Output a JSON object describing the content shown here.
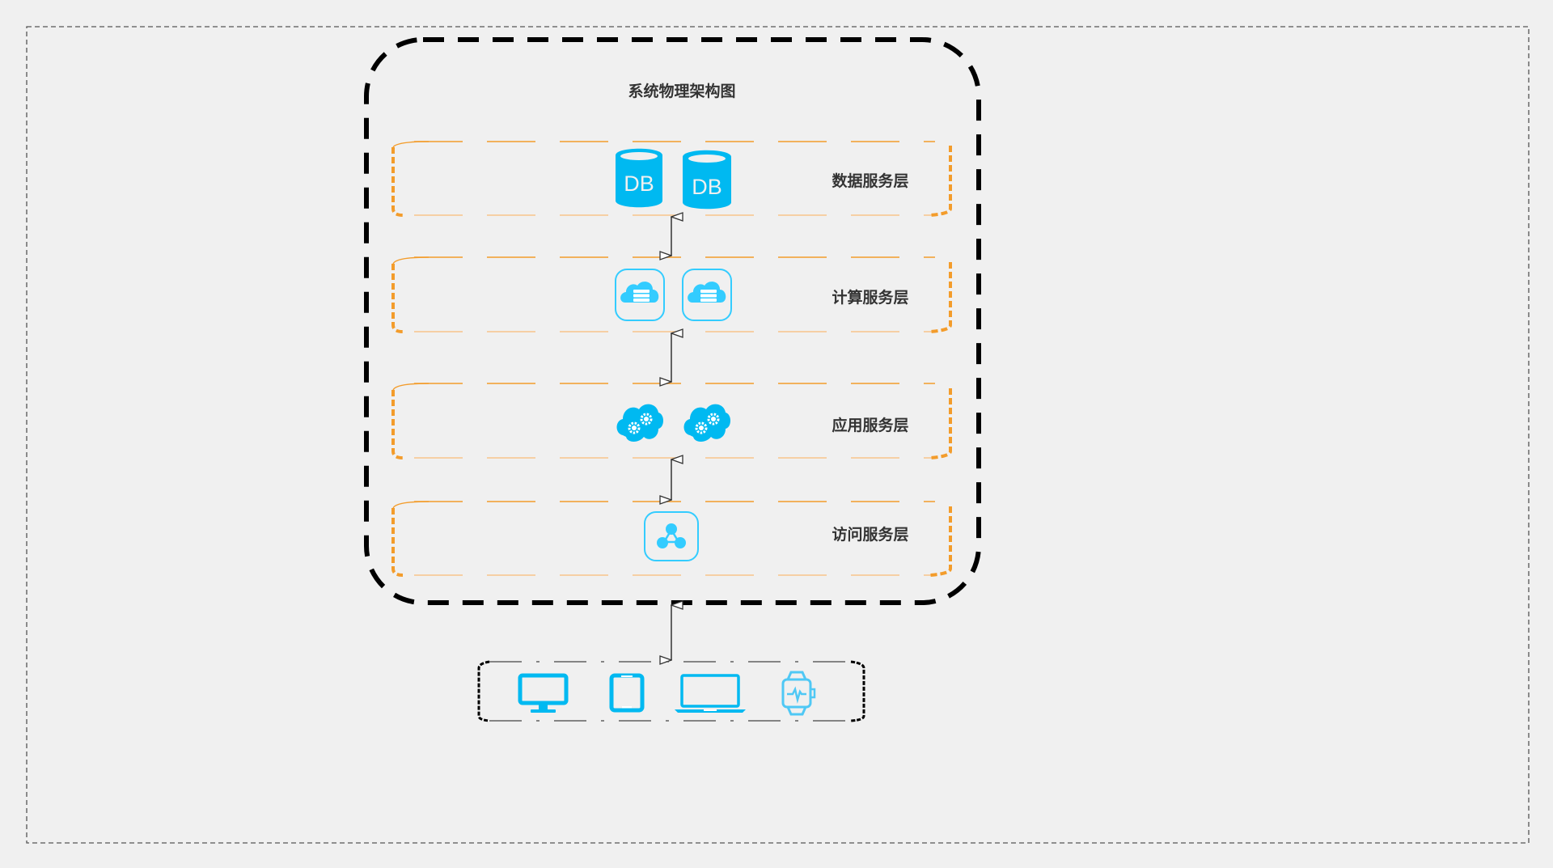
{
  "diagram": {
    "title": "系统物理架构图",
    "colors": {
      "background": "#f0f0f0",
      "outer_border": "#555555",
      "system_border": "#000000",
      "layer_border": "#f39c2b",
      "layer_border_light": "#f7c48a",
      "icon_blue": "#00b9f1",
      "icon_light_blue": "#33ccff",
      "arrow": "#333333",
      "text": "#333333"
    },
    "layers": [
      {
        "label": "数据服务层",
        "icon": "database-icon",
        "icon_text": "DB",
        "count": 2
      },
      {
        "label": "计算服务层",
        "icon": "cloud-server-icon",
        "count": 2
      },
      {
        "label": "应用服务层",
        "icon": "cloud-gears-icon",
        "count": 2
      },
      {
        "label": "访问服务层",
        "icon": "network-hub-icon",
        "count": 1
      }
    ],
    "clients": [
      {
        "icon": "desktop-monitor-icon"
      },
      {
        "icon": "tablet-icon"
      },
      {
        "icon": "laptop-icon"
      },
      {
        "icon": "smartwatch-icon"
      }
    ]
  }
}
